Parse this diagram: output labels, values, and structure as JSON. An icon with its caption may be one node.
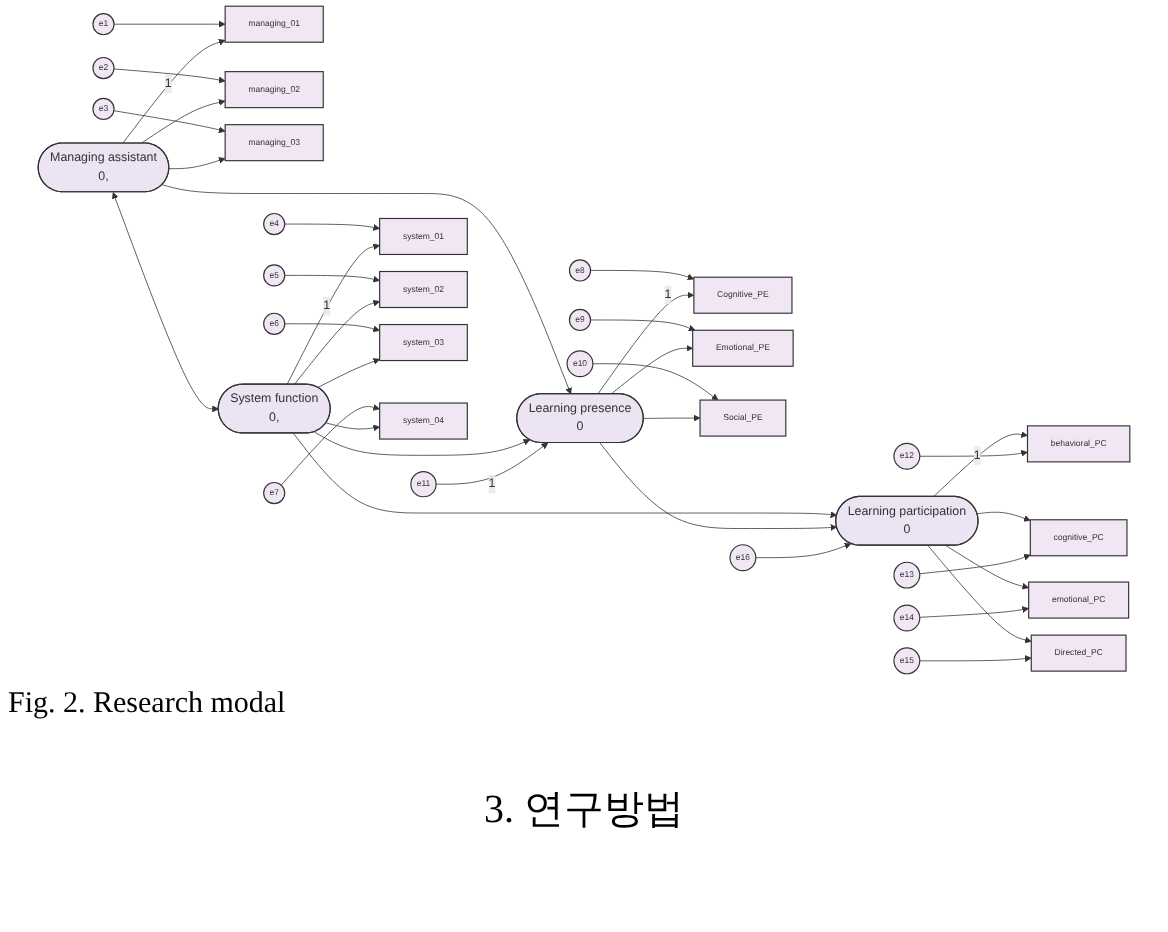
{
  "diagram": {
    "caption": "Fig. 2. Research modal",
    "nodes": [
      {
        "text": [
          "e8"
        ]
      },
      {
        "text": [
          "e9"
        ]
      },
      {
        "text": [
          "e10"
        ]
      },
      {
        "text": [
          "Cognitive_PE"
        ]
      },
      {
        "text": [
          "Emotional_PE"
        ]
      },
      {
        "text": [
          "Social_PE"
        ]
      },
      {
        "text": [
          "e1"
        ]
      },
      {
        "text": [
          "managing_01"
        ]
      },
      {
        "text": [
          "Managing assistant",
          "0,"
        ]
      },
      {
        "text": [
          "Learning presence",
          "0"
        ]
      },
      {
        "text": [
          "e11"
        ]
      },
      {
        "text": [
          "e2"
        ]
      },
      {
        "text": [
          "managing_02"
        ]
      },
      {
        "text": [
          "e3"
        ]
      },
      {
        "text": [
          "managing_03"
        ]
      },
      {
        "text": [
          "e4"
        ]
      },
      {
        "text": [
          "system_01"
        ]
      },
      {
        "text": [
          "e5"
        ]
      },
      {
        "text": [
          "system_02"
        ]
      },
      {
        "text": [
          "System function",
          "0,"
        ]
      },
      {
        "text": [
          "Learning participation",
          "0"
        ]
      },
      {
        "text": [
          "behavioral_PC"
        ]
      },
      {
        "text": [
          "e12"
        ]
      },
      {
        "text": [
          "e6"
        ]
      },
      {
        "text": [
          "system_03"
        ]
      },
      {
        "text": [
          "cognitive_PC"
        ]
      },
      {
        "text": [
          "e13"
        ]
      },
      {
        "text": [
          "e7"
        ]
      },
      {
        "text": [
          "system_04"
        ]
      },
      {
        "text": [
          "emotional_PC"
        ]
      },
      {
        "text": [
          "e14"
        ]
      },
      {
        "text": [
          "e16"
        ]
      },
      {
        "text": [
          "Directed_PC"
        ]
      },
      {
        "text": [
          "e15"
        ]
      }
    ],
    "edges": [
      {
        "from": 6,
        "to": 7,
        "arrow": "to"
      },
      {
        "from": 11,
        "to": 12,
        "arrow": "to"
      },
      {
        "from": 13,
        "to": 14,
        "arrow": "to"
      },
      {
        "from": 8,
        "to": 7,
        "arrow": "to",
        "label": "1"
      },
      {
        "from": 8,
        "to": 12,
        "arrow": "to"
      },
      {
        "from": 8,
        "to": 14,
        "arrow": "to"
      },
      {
        "from": 15,
        "to": 16,
        "arrow": "to"
      },
      {
        "from": 17,
        "to": 18,
        "arrow": "to"
      },
      {
        "from": 23,
        "to": 24,
        "arrow": "to"
      },
      {
        "from": 27,
        "to": 28,
        "arrow": "to"
      },
      {
        "from": 19,
        "to": 16,
        "arrow": "to",
        "label": "1"
      },
      {
        "from": 19,
        "to": 18,
        "arrow": "to"
      },
      {
        "from": 19,
        "to": 24,
        "arrow": "to"
      },
      {
        "from": 19,
        "to": 28,
        "arrow": "to"
      },
      {
        "from": 8,
        "to": 19,
        "arrow": "both"
      },
      {
        "from": 8,
        "to": 9,
        "arrow": "to"
      },
      {
        "from": 19,
        "to": 9,
        "arrow": "to"
      },
      {
        "from": 19,
        "to": 20,
        "arrow": "to"
      },
      {
        "from": 9,
        "to": 20,
        "arrow": "to"
      },
      {
        "from": 0,
        "to": 3,
        "arrow": "to"
      },
      {
        "from": 1,
        "to": 4,
        "arrow": "to"
      },
      {
        "from": 2,
        "to": 5,
        "arrow": "to"
      },
      {
        "from": 9,
        "to": 3,
        "arrow": "to",
        "label": "1"
      },
      {
        "from": 9,
        "to": 4,
        "arrow": "to"
      },
      {
        "from": 9,
        "to": 5,
        "arrow": "to"
      },
      {
        "from": 10,
        "to": 9,
        "arrow": "to",
        "label": "1"
      },
      {
        "from": 20,
        "to": 21,
        "arrow": "to",
        "label": "1"
      },
      {
        "from": 20,
        "to": 25,
        "arrow": "to"
      },
      {
        "from": 20,
        "to": 29,
        "arrow": "to"
      },
      {
        "from": 20,
        "to": 32,
        "arrow": "to"
      },
      {
        "from": 22,
        "to": 21,
        "arrow": "to"
      },
      {
        "from": 26,
        "to": 25,
        "arrow": "to"
      },
      {
        "from": 30,
        "to": 29,
        "arrow": "to"
      },
      {
        "from": 33,
        "to": 32,
        "arrow": "to"
      },
      {
        "from": 31,
        "to": 20,
        "arrow": "to"
      }
    ],
    "labels": [
      "3. 연구방법"
    ]
  }
}
